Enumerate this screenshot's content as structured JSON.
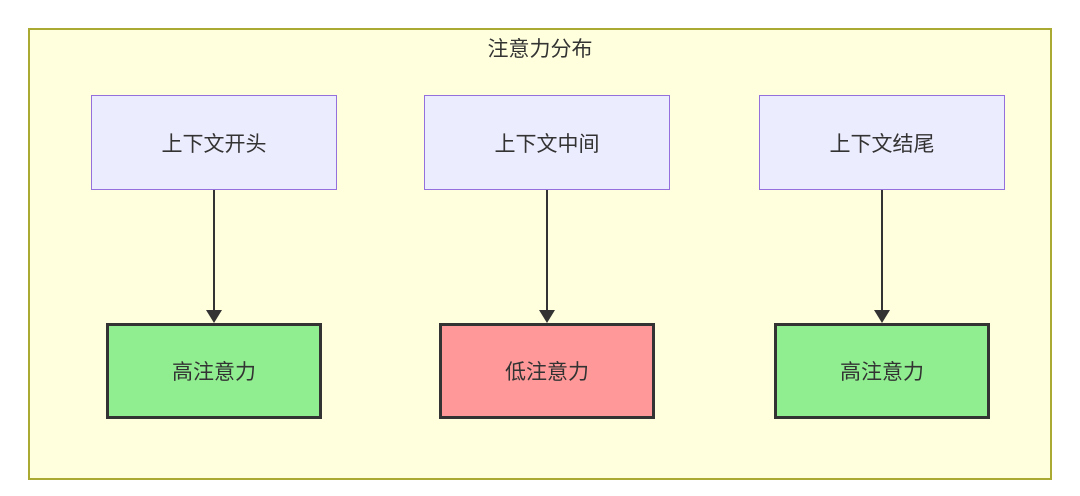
{
  "diagram": {
    "type": "flowchart",
    "title": "注意力分布",
    "colors": {
      "container_bg": "#FFFFDE",
      "container_border": "#AAAA33",
      "source_fill": "#ECECFF",
      "source_border": "#9370DB",
      "high_fill": "#90EE90",
      "low_fill": "#FF9999",
      "result_border": "#333333",
      "arrow": "#333333",
      "text": "#333333"
    },
    "nodes": {
      "sources": [
        {
          "label": "上下文开头"
        },
        {
          "label": "上下文中间"
        },
        {
          "label": "上下文结尾"
        }
      ],
      "results": [
        {
          "label": "高注意力",
          "level": "high"
        },
        {
          "label": "低注意力",
          "level": "low"
        },
        {
          "label": "高注意力",
          "level": "high"
        }
      ]
    },
    "edges": [
      {
        "from": "上下文开头",
        "to": "高注意力"
      },
      {
        "from": "上下文中间",
        "to": "低注意力"
      },
      {
        "from": "上下文结尾",
        "to": "高注意力"
      }
    ]
  }
}
